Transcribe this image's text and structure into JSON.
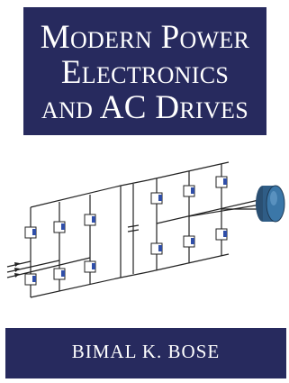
{
  "cover": {
    "title_lines": [
      "Modern Power",
      "Electronics",
      "and AC Drives"
    ],
    "author": "BIMAL K. BOSE",
    "colors": {
      "band": "#272a5e",
      "motor": "#2f5d86",
      "wire": "#222222",
      "switch_accent": "#2f4ea8"
    }
  },
  "illustration": {
    "icons": [
      "power-inverter-circuit-icon",
      "ac-motor-icon"
    ]
  }
}
